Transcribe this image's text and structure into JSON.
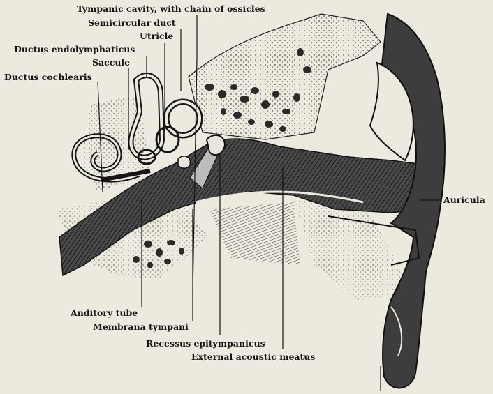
{
  "figure": {
    "background": "#ece9df",
    "ink": "#151515",
    "labels": {
      "tympanic_cavity": "Tympanic cavity, with chain of ossicles",
      "semicircular_duct": "Semicircular duct",
      "utricle": "Utricle",
      "ductus_endolymphaticus": "Ductus endolymphaticus",
      "saccule": "Saccule",
      "ductus_cochlearis": "Ductus cochlearis",
      "auricula": "Auricula",
      "auditory_tube": "Anditory tube",
      "membrana_tympani": "Membrana tympani",
      "recessus_epitympanicus": "Recessus epitympanicus",
      "external_acoustic_meatus": "External acoustic meatus"
    }
  }
}
